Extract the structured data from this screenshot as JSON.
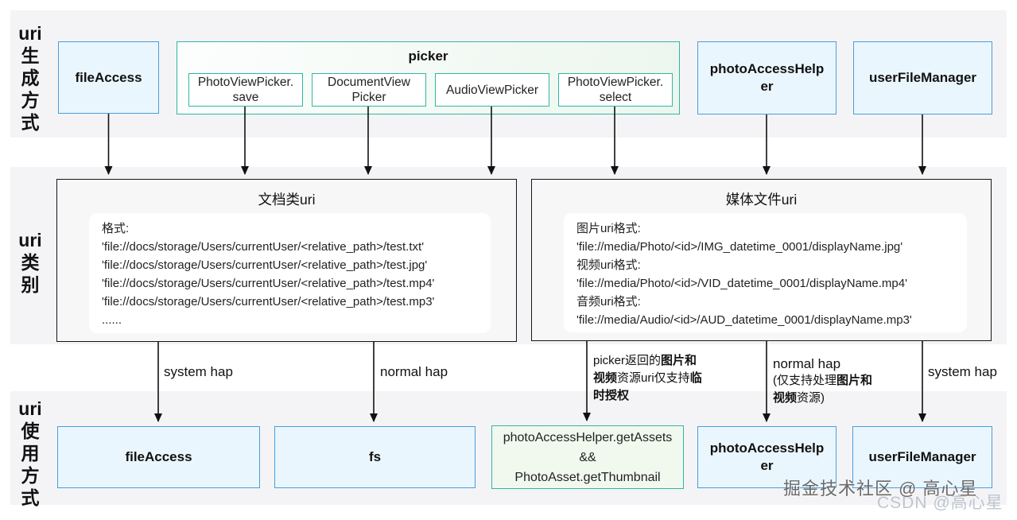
{
  "row_labels": {
    "generate": "uri\n生\n成\n方\n式",
    "category": "uri\n类\n别",
    "usage": "uri\n使\n用\n方\n式"
  },
  "generation": {
    "fileAccess": "fileAccess",
    "picker": {
      "title": "picker",
      "items": [
        "PhotoViewPicker.\nsave",
        "DocumentView\nPicker",
        "AudioViewPicker",
        "PhotoViewPicker.\nselect"
      ]
    },
    "photoAccessHelper": "photoAccessHelp\ner",
    "userFileManager": "userFileManager"
  },
  "category": {
    "doc": {
      "title": "文档类uri",
      "lines": [
        "格式:",
        "'file://docs/storage/Users/currentUser/<relative_path>/test.txt'",
        "'file://docs/storage/Users/currentUser/<relative_path>/test.jpg'",
        "'file://docs/storage/Users/currentUser/<relative_path>/test.mp4'",
        "'file://docs/storage/Users/currentUser/<relative_path>/test.mp3'",
        "......"
      ]
    },
    "media": {
      "title": "媒体文件uri",
      "lines": [
        "图片uri格式:",
        "'file://media/Photo/<id>/IMG_datetime_0001/displayName.jpg'",
        "视频uri格式:",
        "'file://media/Photo/<id>/VID_datetime_0001/displayName.mp4'",
        "音频uri格式:",
        "'file://media/Audio/<id>/AUD_datetime_0001/displayName.mp3'"
      ]
    }
  },
  "usage": {
    "fileAccess": "fileAccess",
    "fs": "fs",
    "getAssets": "photoAccessHelper.getAssets\n&&\nPhotoAsset.getThumbnail",
    "photoAccessHelper": "photoAccessHelp\ner",
    "userFileManager": "userFileManager"
  },
  "edge_labels": {
    "system_hap_left": "system hap",
    "normal_hap_left": "normal hap",
    "temp_auth": {
      "s1": "picker返回的",
      "b1": "图片和视频",
      "s2": "资源uri仅支持",
      "b2": "临时授权"
    },
    "normal_hap_right": {
      "line1": "normal hap",
      "s1": "(仅支持处理",
      "b1": "图片和视频",
      "s2": "资源)"
    },
    "system_hap_right": "system hap"
  },
  "watermarks": {
    "juejin": "掘金技术社区 @ 高心星",
    "csdn": "CSDN @高心星"
  },
  "colors": {
    "band_bg": "#f4f4f6",
    "blue_fill": "#eaf6fd",
    "blue_border": "#4a9eda",
    "teal_border": "#2eb8a2",
    "green_fill": "#f1f8ee",
    "dark_border": "#16161a",
    "arrow": "#111111"
  }
}
